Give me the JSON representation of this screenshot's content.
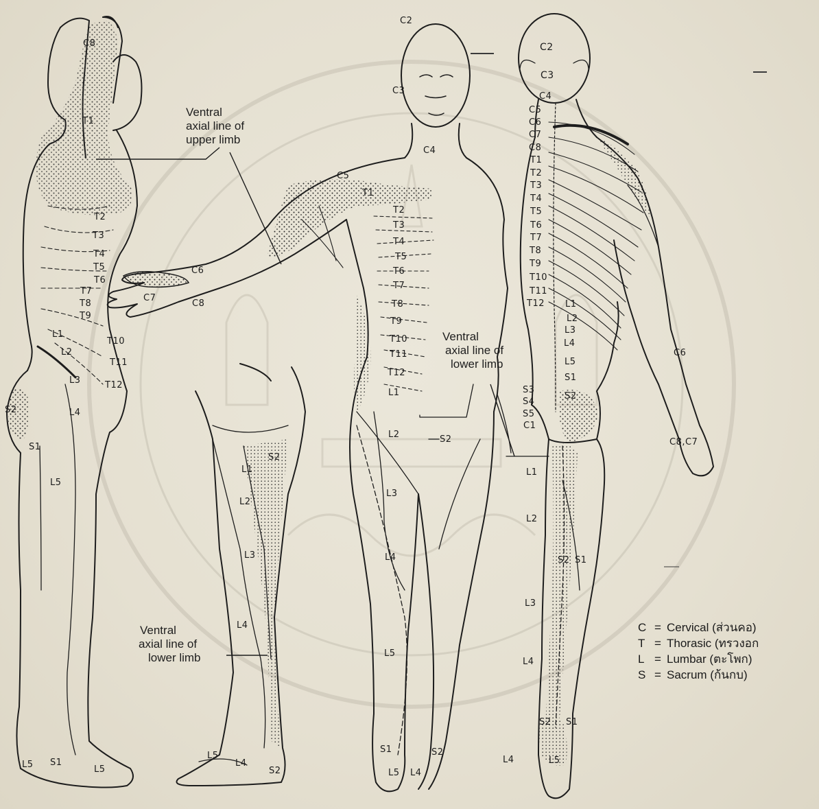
{
  "labels": {
    "lateral": {
      "c8": "C8",
      "t1": "T1",
      "t2": "T2",
      "t3": "T3",
      "t4": "T4",
      "t5": "T5",
      "t6": "T6",
      "t7": "T7",
      "t8": "T8",
      "t9": "T9",
      "l1": "L1",
      "l2": "L2",
      "l3": "L3",
      "t10": "T10",
      "t11": "T11",
      "t12": "T12",
      "s2": "S2",
      "l4": "L4",
      "s1": "S1",
      "l5": "L5",
      "s1_foot": "S1",
      "l5_foot_a": "L5",
      "l5_foot_b": "L5"
    },
    "arm": {
      "c6": "C6",
      "c7": "C7",
      "c8": "C8"
    },
    "medial_leg": {
      "s2": "S2",
      "l1": "L1",
      "l2": "L2",
      "l3": "L3",
      "l4": "L4",
      "l5": "L5",
      "l4_foot": "L4",
      "s2_foot": "S2"
    },
    "anterior": {
      "c2": "C2",
      "c3": "C3",
      "c4": "C4",
      "c5": "C5",
      "t1": "T1",
      "t2": "T2",
      "t3": "T3",
      "t4": "T4",
      "t5": "T5",
      "t6": "T6",
      "t7": "T7",
      "t8": "T8",
      "t9": "T9",
      "t10": "T10",
      "t11": "T11",
      "t12": "T12",
      "l1": "L1",
      "l2": "L2",
      "s2": "S2",
      "l3": "L3",
      "l4": "L4",
      "l5": "L5",
      "s1": "S1",
      "s2_foot": "S2",
      "l5_foot": "L5",
      "l4_foot": "L4"
    },
    "posterior": {
      "c2": "C2",
      "c3": "C3",
      "c4": "C4",
      "c5": "C5",
      "c6": "C6",
      "c7": "C7",
      "c8": "C8",
      "t1": "T1",
      "t2": "T2",
      "t3": "T3",
      "t4": "T4",
      "t5": "T5",
      "t6": "T6",
      "t7": "T7",
      "t8": "T8",
      "t9": "T9",
      "t10": "T10",
      "t11": "T11",
      "t12": "T12",
      "l1": "L1",
      "l2": "L2",
      "l3": "L3",
      "l4": "L4",
      "l5": "L5",
      "s1": "S1",
      "s2": "S2",
      "s3": "S3",
      "s4": "S4",
      "s5": "S5",
      "c1": "C1",
      "l1_thigh": "L1",
      "l2_thigh": "L2",
      "s2_leg": "S2",
      "s1_leg": "S1",
      "l3_leg": "L3",
      "l4_leg": "L4",
      "s2_heel": "S2",
      "s1_heel": "S1",
      "l4_foot": "L4",
      "l5_foot": "L5",
      "c6_arm": "C6",
      "c8c7_hand": "C8,C7"
    }
  },
  "annotations": {
    "upper_limb": [
      "Ventral",
      "axial line of",
      "upper limb"
    ],
    "lower_limb_anterior": [
      "Ventral",
      "axial line of",
      "lower limb"
    ],
    "lower_limb_medial": [
      "Ventral",
      "axial line of",
      "lower limb"
    ]
  },
  "legend": [
    {
      "code": "C",
      "meaning": "Cervical (ส่วนคอ)"
    },
    {
      "code": "T",
      "meaning": "Thorasic (ทรวงอก"
    },
    {
      "code": "L",
      "meaning": "Lumbar (ตะโพก)"
    },
    {
      "code": "S",
      "meaning": "Sacrum (ก้นกบ)"
    }
  ]
}
